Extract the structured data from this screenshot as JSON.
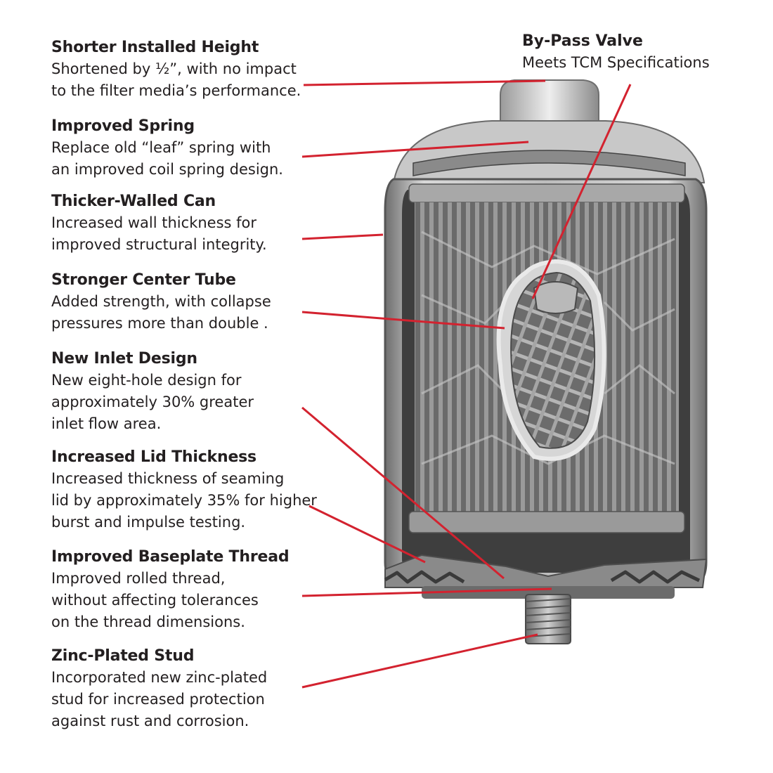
{
  "colors": {
    "callout_line": "#d3222f",
    "text": "#231f20",
    "can_dark": "#5a5a5a",
    "can_light": "#d8d8d8"
  },
  "bypass": {
    "title": "By-Pass Valve",
    "desc": "Meets TCM Specifications"
  },
  "features": [
    {
      "title": "Shorter Installed Height",
      "desc": "Shortened by ½”, with no impact\nto the filter media’s performance."
    },
    {
      "title": "Improved Spring",
      "desc": "Replace old “leaf” spring with\nan improved coil spring design."
    },
    {
      "title": "Thicker-Walled Can",
      "desc": "Increased wall thickness for\nimproved structural integrity."
    },
    {
      "title": "Stronger Center Tube",
      "desc": "Added strength, with collapse\npressures more than double ."
    },
    {
      "title": "New Inlet Design",
      "desc": "New eight-hole design for\napproximately 30% greater\ninlet flow area."
    },
    {
      "title": "Increased Lid Thickness",
      "desc": "Increased thickness of seaming\nlid by approximately 35% for higher\nburst and impulse testing."
    },
    {
      "title": "Improved Baseplate Thread",
      "desc": "Improved rolled thread,\nwithout affecting tolerances\non the thread dimensions."
    },
    {
      "title": "Zinc-Plated Stud",
      "desc": "Incorporated new zinc-plated\nstud for increased protection\nagainst rust and corrosion."
    }
  ]
}
